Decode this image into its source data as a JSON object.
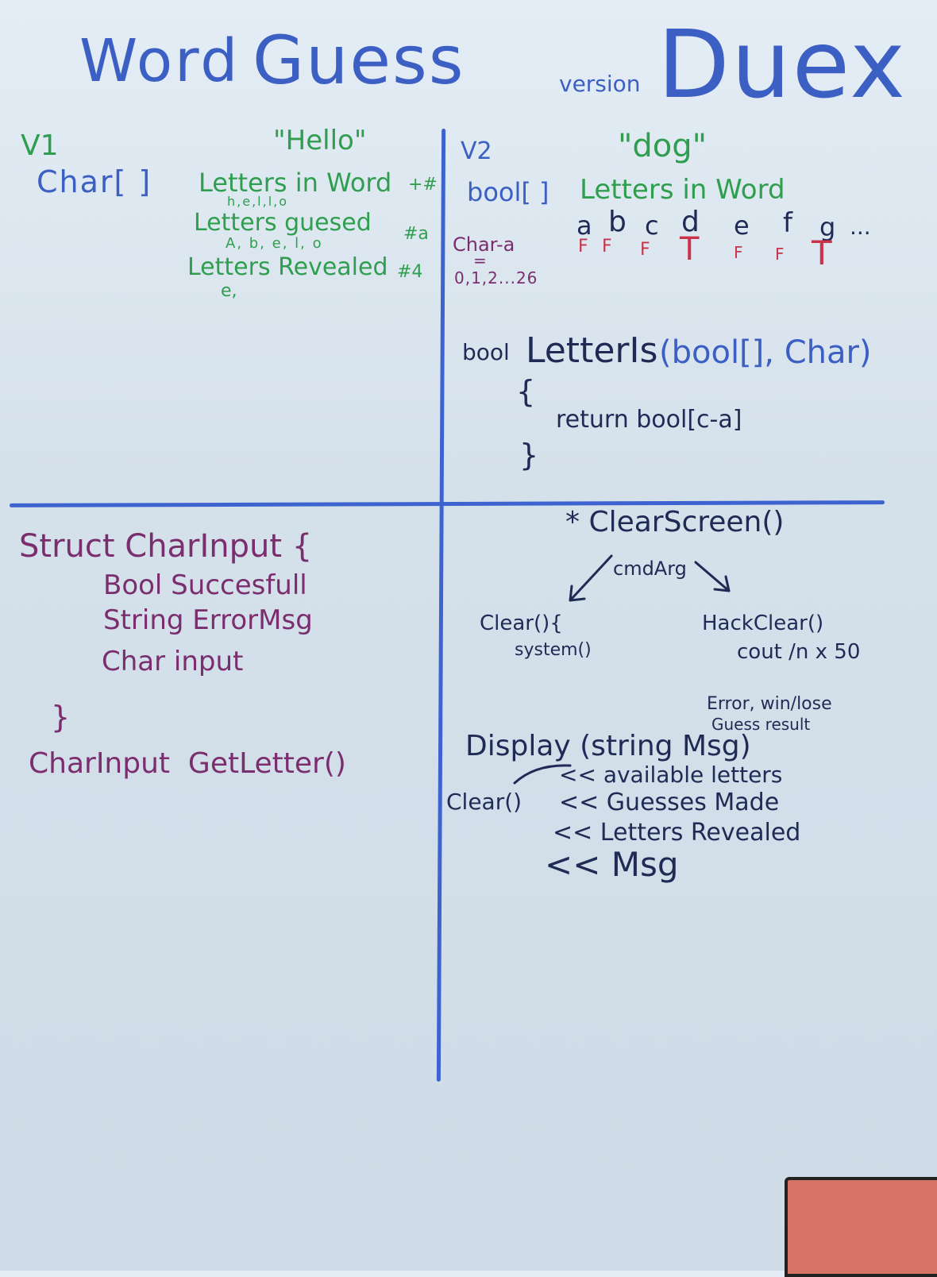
{
  "title": {
    "word": "Word",
    "guess": "Guess",
    "version": "version",
    "deux": "Duex"
  },
  "v1": {
    "label": "V1",
    "example": "\"Hello\"",
    "type": "Char[ ]",
    "lines": [
      {
        "text": "Letters in Word",
        "note": "+#"
      },
      {
        "text": "h,e,l,l,o",
        "note": ""
      },
      {
        "text": "Letters guesed",
        "note": "#a"
      },
      {
        "text": "A, b, e, l, o",
        "note": ""
      },
      {
        "text": "Letters Revealed",
        "note": "#4"
      },
      {
        "text": "e,",
        "note": ""
      }
    ]
  },
  "v2": {
    "label": "V2",
    "example": "\"dog\"",
    "type": "bool[ ]",
    "heading": "Letters in Word",
    "letters": [
      "a",
      "b",
      "c",
      "d",
      "e",
      "f",
      "g",
      "..."
    ],
    "flags": [
      "F",
      "F",
      "F",
      "T",
      "F",
      "F",
      "T"
    ],
    "char_calc": "Char-a",
    "equals": "=",
    "range": "0,1,2...26",
    "fn": {
      "ret": "bool",
      "name": "LetterIs",
      "params": "(bool[], Char)",
      "open": "{",
      "body": "return bool[c-a]",
      "close": "}"
    }
  },
  "struct": {
    "decl": "Struct CharInput {",
    "fields": [
      "Bool Succesfull",
      "String ErrorMsg",
      "Char input"
    ],
    "close": "}",
    "getter": "CharInput  GetLetter()"
  },
  "clear": {
    "head": "* ClearScreen()",
    "arg": "cmdArg",
    "left_a": "Clear(){",
    "left_b": "system()",
    "right_a": "HackClear()",
    "right_b": "cout /n x 50"
  },
  "display": {
    "note_a": "Error, win/lose",
    "note_b": "Guess result",
    "sig": "Display (string Msg)",
    "clear_call": "Clear()",
    "lines": [
      "<< available letters",
      "<< Guesses Made",
      "<< Letters Revealed",
      "<< Msg"
    ]
  },
  "colors": {
    "blue": "#3c5fc4",
    "green": "#2f9e4f",
    "purple": "#7a2e6e",
    "dark": "#1f2b55",
    "red": "#c8354a"
  }
}
